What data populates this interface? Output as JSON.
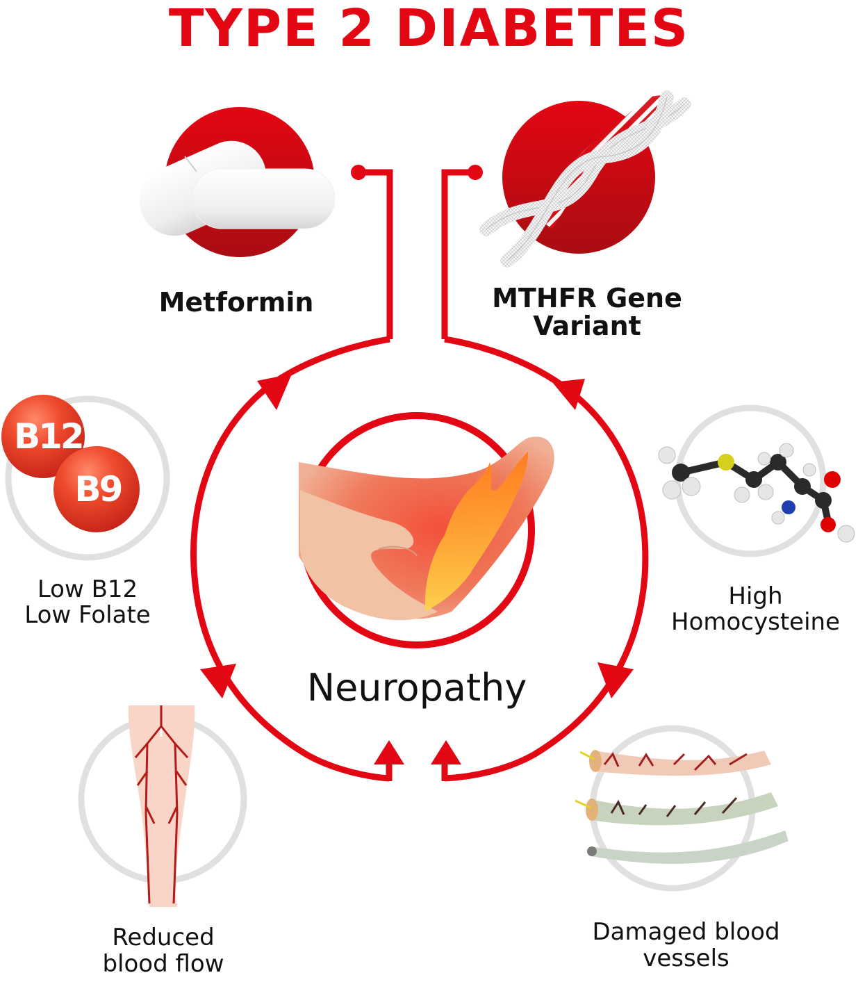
{
  "title": "TYPE 2 DIABETES",
  "colors": {
    "accent_red": "#e30613",
    "dark_red": "#a90d12",
    "ring_gray": "#e0e0e0",
    "text": "#111111"
  },
  "causes": [
    {
      "id": "metformin",
      "icon": "pills-icon",
      "lines": [
        "Metformin"
      ]
    },
    {
      "id": "mthfr",
      "icon": "dna-icon",
      "lines": [
        "MTHFR Gene",
        "Variant"
      ]
    }
  ],
  "center": {
    "icon": "burning-foot-icon",
    "label": "Neuropathy"
  },
  "effects": [
    {
      "id": "low-b12-folate",
      "icon": "vitamin-b12-b9-icon",
      "badges": [
        "B12",
        "B9"
      ],
      "lines": [
        "Low B12",
        "Low Folate"
      ]
    },
    {
      "id": "high-homocysteine",
      "icon": "molecule-icon",
      "lines": [
        "High",
        "Homocysteine"
      ]
    },
    {
      "id": "reduced-blood-flow",
      "icon": "leg-arteries-icon",
      "lines": [
        "Reduced",
        "blood flow"
      ]
    },
    {
      "id": "damaged-blood-vessels",
      "icon": "blood-vessels-icon",
      "lines": [
        "Damaged blood",
        "vessels"
      ]
    }
  ]
}
